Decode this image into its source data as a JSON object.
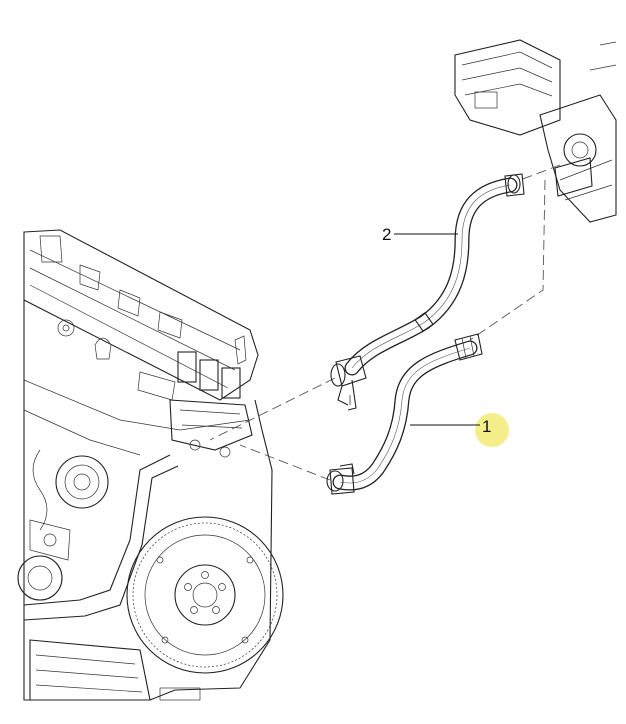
{
  "diagram": {
    "callouts": [
      {
        "id": "1",
        "label": "1",
        "highlight_color": "#f4ef8a"
      },
      {
        "id": "2",
        "label": "2"
      }
    ]
  }
}
